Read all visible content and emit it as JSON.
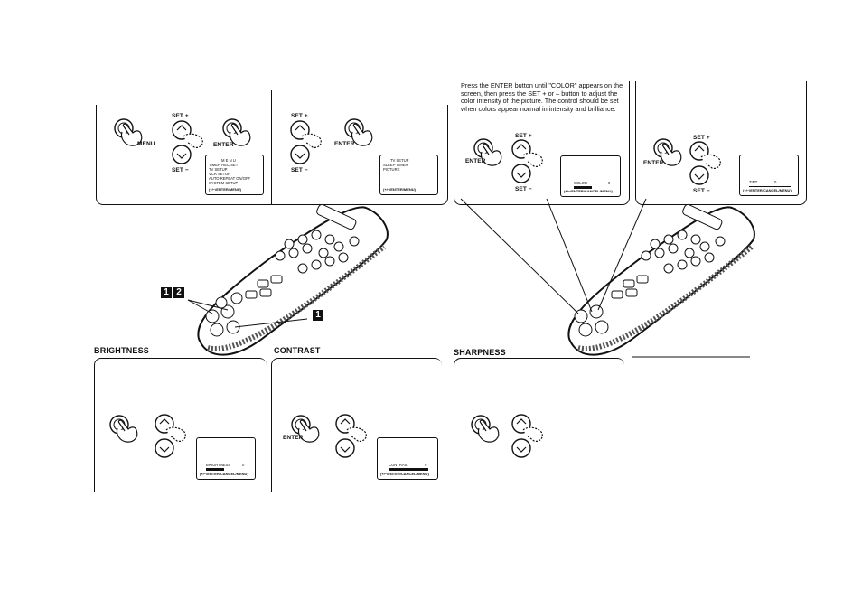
{
  "labels": {
    "set_plus": "SET +",
    "set_minus": "SET −",
    "enter": "ENTER",
    "menu": "MENU"
  },
  "panel1": {
    "menu_screen": {
      "title": "M E N U",
      "lines": [
        "TIMER REC SET",
        "TV SETUP",
        "VCR SETUP",
        "AUTO REPEAT ON/OFF",
        "SYSTEM SETUP"
      ],
      "footer": "(+/−/ENTER/MENU)"
    }
  },
  "panel2": {
    "tv_setup_screen": {
      "lines": [
        "TV SETUP",
        "SLEEP TIMER",
        "PICTURE"
      ],
      "footer": "(+/−/ENTER/MENU)"
    }
  },
  "color_panel": {
    "instruction": "Press the ENTER button until \"COLOR\" appears on the screen, then press the SET + or – button to adjust the color intensity of the picture. The control should be set when colors appear normal in intensity and brilliance.",
    "screen": {
      "label": "COLOR",
      "value": "0",
      "footer": "(+/−/ENTER/CANCEL/MENU)"
    }
  },
  "tint_panel": {
    "screen": {
      "label": "TINT",
      "value": "0",
      "footer": "(+/−/ENTER/CANCEL/MENU)"
    }
  },
  "badges": {
    "b1": "1",
    "b2": "2",
    "b3": "1"
  },
  "sections": {
    "brightness": "BRIGHTNESS",
    "contrast": "CONTRAST",
    "sharpness": "SHARPNESS"
  },
  "brightness_screen": {
    "label": "BRIGHTNESS",
    "value": "0",
    "footer": "(+/−/ENTER/CANCEL/MENU)"
  },
  "contrast_screen": {
    "label": "CONTRAST",
    "value": "0",
    "footer": "(+/−/ENTER/CANCEL/MENU)"
  }
}
